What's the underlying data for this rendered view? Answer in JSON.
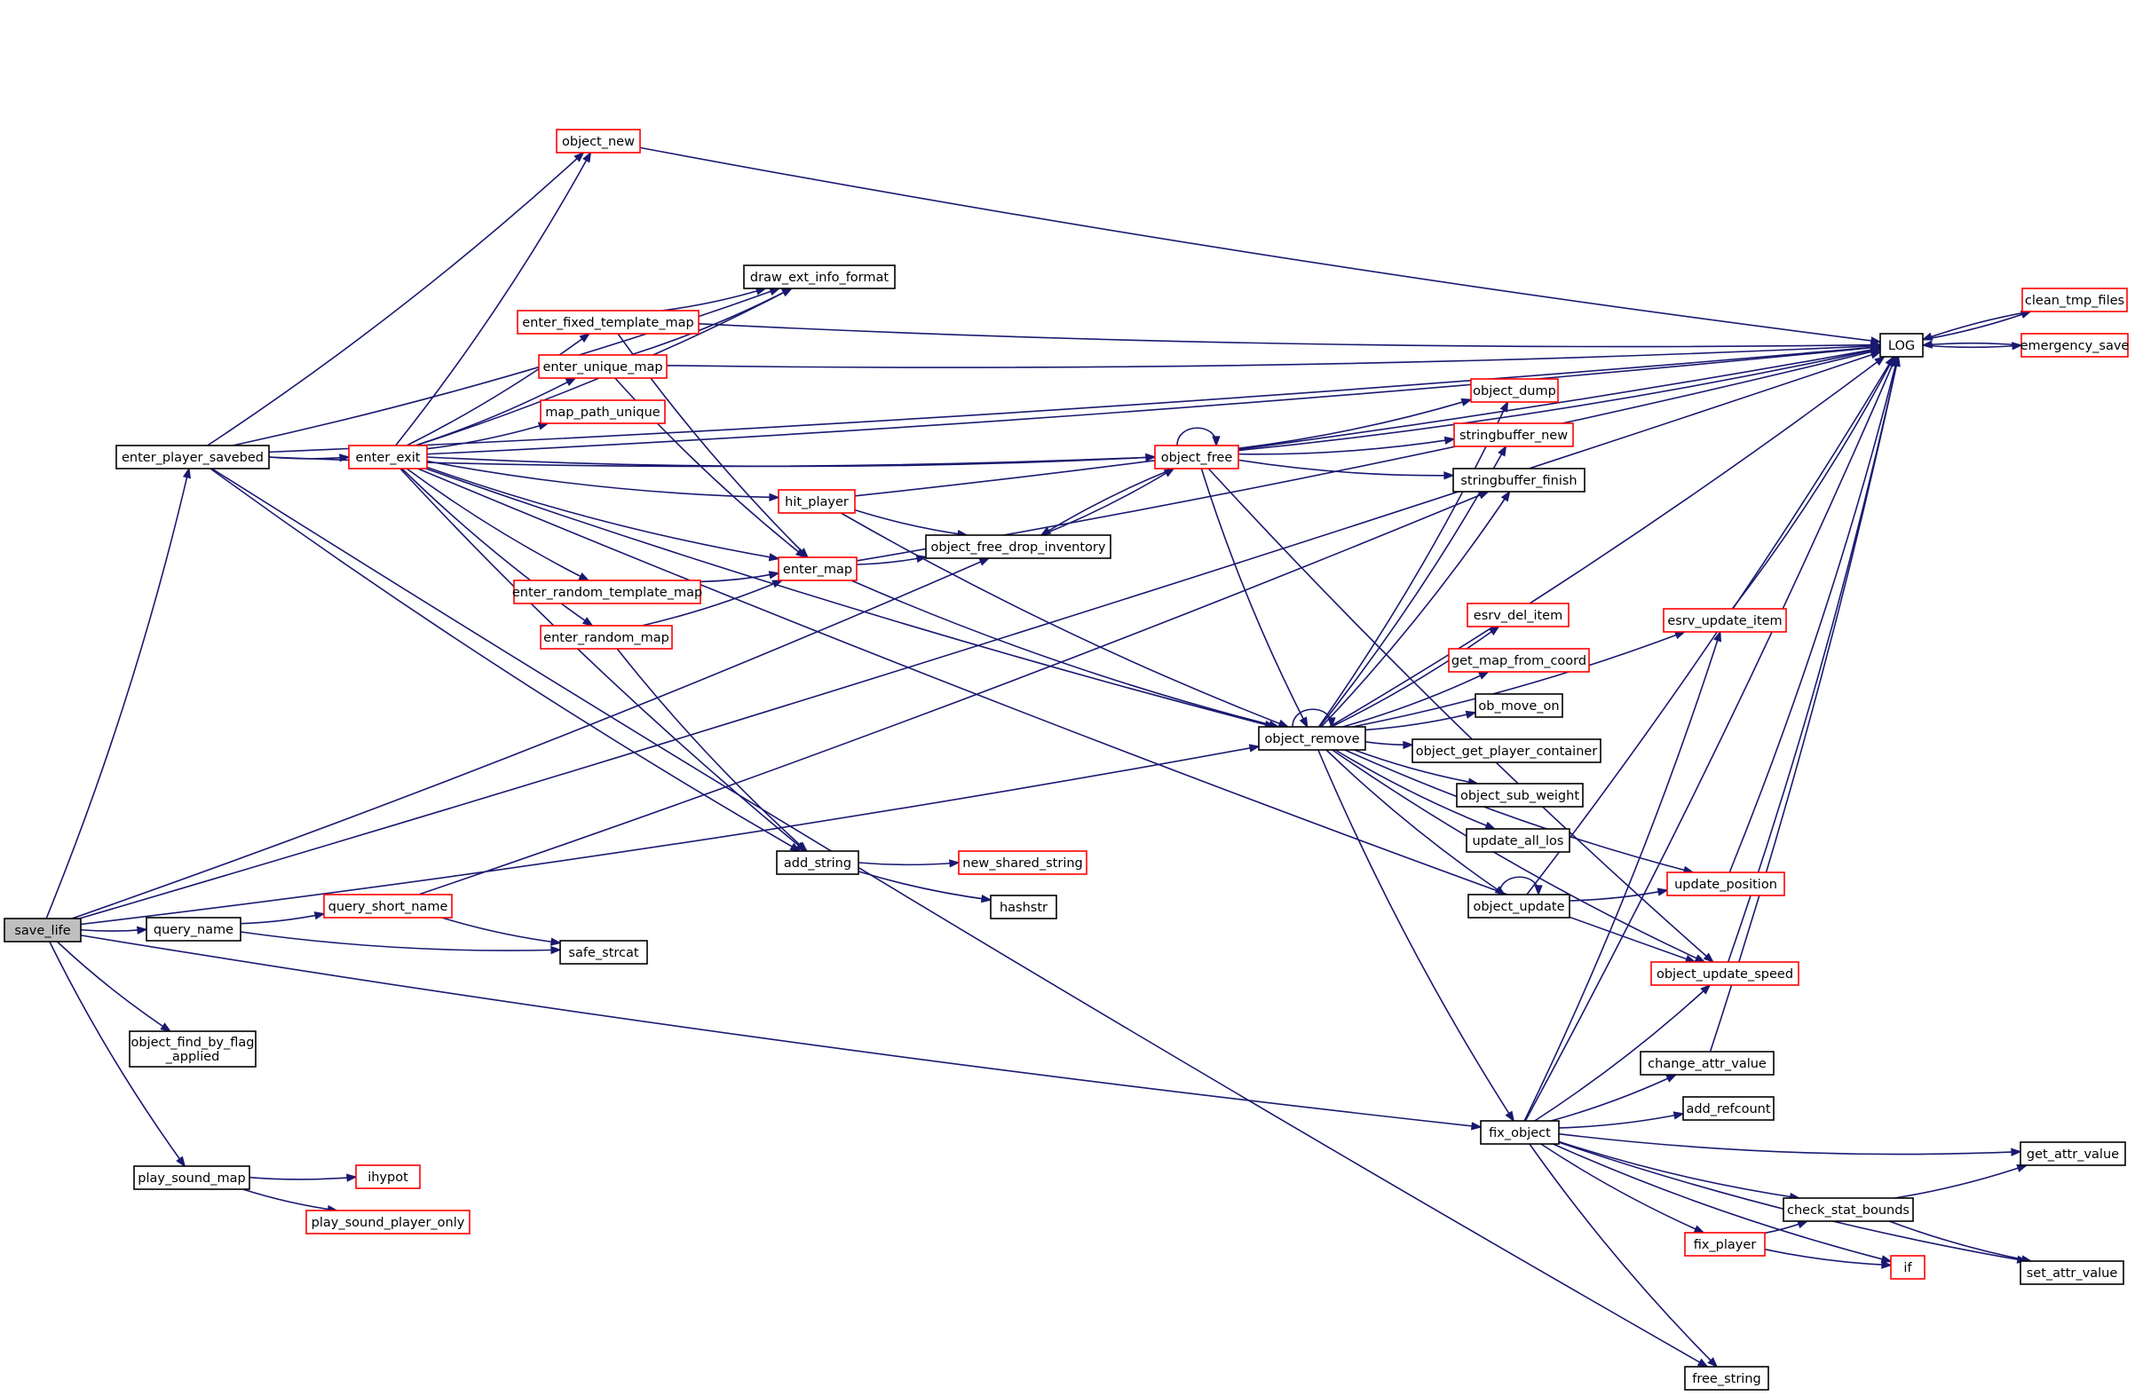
{
  "graph": {
    "colors": {
      "edge": "#191970",
      "root_fill": "#bfbfbf",
      "border_normal": "#000000",
      "border_truncated": "#ff0000"
    },
    "nodes": [
      {
        "id": "save_life",
        "label": "save_life",
        "style": "root"
      },
      {
        "id": "enter_player_savebed",
        "label": "enter_player_savebed",
        "style": "normal"
      },
      {
        "id": "query_name",
        "label": "query_name",
        "style": "normal"
      },
      {
        "id": "object_find_by_flag_applied",
        "label": "object_find_by_flag\n_applied",
        "style": "normal"
      },
      {
        "id": "play_sound_map",
        "label": "play_sound_map",
        "style": "normal"
      },
      {
        "id": "enter_exit",
        "label": "enter_exit",
        "style": "truncated"
      },
      {
        "id": "query_short_name",
        "label": "query_short_name",
        "style": "truncated"
      },
      {
        "id": "ihypot",
        "label": "ihypot",
        "style": "truncated"
      },
      {
        "id": "play_sound_player_only",
        "label": "play_sound_player_only",
        "style": "truncated"
      },
      {
        "id": "object_new",
        "label": "object_new",
        "style": "truncated"
      },
      {
        "id": "enter_fixed_template_map",
        "label": "enter_fixed_template_map",
        "style": "truncated"
      },
      {
        "id": "enter_unique_map",
        "label": "enter_unique_map",
        "style": "truncated"
      },
      {
        "id": "map_path_unique",
        "label": "map_path_unique",
        "style": "truncated"
      },
      {
        "id": "enter_random_template_map",
        "label": "enter_random_template_map",
        "style": "truncated"
      },
      {
        "id": "enter_random_map",
        "label": "enter_random_map",
        "style": "truncated"
      },
      {
        "id": "safe_strcat",
        "label": "safe_strcat",
        "style": "normal"
      },
      {
        "id": "draw_ext_info_format",
        "label": "draw_ext_info_format",
        "style": "normal"
      },
      {
        "id": "hit_player",
        "label": "hit_player",
        "style": "truncated"
      },
      {
        "id": "enter_map",
        "label": "enter_map",
        "style": "truncated"
      },
      {
        "id": "add_string",
        "label": "add_string",
        "style": "normal"
      },
      {
        "id": "object_free_drop_inventory",
        "label": "object_free_drop_inventory",
        "style": "normal"
      },
      {
        "id": "new_shared_string",
        "label": "new_shared_string",
        "style": "truncated"
      },
      {
        "id": "hashstr",
        "label": "hashstr",
        "style": "normal"
      },
      {
        "id": "object_free",
        "label": "object_free",
        "style": "truncated"
      },
      {
        "id": "object_remove",
        "label": "object_remove",
        "style": "normal"
      },
      {
        "id": "fix_object",
        "label": "fix_object",
        "style": "normal"
      },
      {
        "id": "object_dump",
        "label": "object_dump",
        "style": "truncated"
      },
      {
        "id": "stringbuffer_new",
        "label": "stringbuffer_new",
        "style": "truncated"
      },
      {
        "id": "stringbuffer_finish",
        "label": "stringbuffer_finish",
        "style": "normal"
      },
      {
        "id": "esrv_del_item",
        "label": "esrv_del_item",
        "style": "truncated"
      },
      {
        "id": "get_map_from_coord",
        "label": "get_map_from_coord",
        "style": "truncated"
      },
      {
        "id": "ob_move_on",
        "label": "ob_move_on",
        "style": "normal"
      },
      {
        "id": "object_get_player_container",
        "label": "object_get_player_container",
        "style": "normal"
      },
      {
        "id": "object_sub_weight",
        "label": "object_sub_weight",
        "style": "normal"
      },
      {
        "id": "update_all_los",
        "label": "update_all_los",
        "style": "normal"
      },
      {
        "id": "object_update",
        "label": "object_update",
        "style": "normal"
      },
      {
        "id": "change_attr_value",
        "label": "change_attr_value",
        "style": "normal"
      },
      {
        "id": "add_refcount",
        "label": "add_refcount",
        "style": "normal"
      },
      {
        "id": "fix_player",
        "label": "fix_player",
        "style": "truncated"
      },
      {
        "id": "free_string",
        "label": "free_string",
        "style": "normal"
      },
      {
        "id": "LOG",
        "label": "LOG",
        "style": "normal"
      },
      {
        "id": "esrv_update_item",
        "label": "esrv_update_item",
        "style": "truncated"
      },
      {
        "id": "update_position",
        "label": "update_position",
        "style": "truncated"
      },
      {
        "id": "object_update_speed",
        "label": "object_update_speed",
        "style": "truncated"
      },
      {
        "id": "check_stat_bounds",
        "label": "check_stat_bounds",
        "style": "normal"
      },
      {
        "id": "if",
        "label": "if",
        "style": "truncated"
      },
      {
        "id": "clean_tmp_files",
        "label": "clean_tmp_files",
        "style": "truncated"
      },
      {
        "id": "emergency_save",
        "label": "emergency_save",
        "style": "truncated"
      },
      {
        "id": "get_attr_value",
        "label": "get_attr_value",
        "style": "normal"
      },
      {
        "id": "set_attr_value",
        "label": "set_attr_value",
        "style": "normal"
      }
    ],
    "edges": [
      [
        "save_life",
        "enter_player_savebed"
      ],
      [
        "save_life",
        "query_name"
      ],
      [
        "save_life",
        "object_find_by_flag_applied"
      ],
      [
        "save_life",
        "play_sound_map"
      ],
      [
        "save_life",
        "LOG"
      ],
      [
        "save_life",
        "object_free_drop_inventory"
      ],
      [
        "save_life",
        "object_remove"
      ],
      [
        "save_life",
        "fix_object"
      ],
      [
        "enter_player_savebed",
        "enter_exit"
      ],
      [
        "enter_player_savebed",
        "LOG"
      ],
      [
        "enter_player_savebed",
        "draw_ext_info_format"
      ],
      [
        "enter_player_savebed",
        "object_new"
      ],
      [
        "enter_player_savebed",
        "object_free"
      ],
      [
        "enter_player_savebed",
        "add_string"
      ],
      [
        "enter_player_savebed",
        "free_string"
      ],
      [
        "query_name",
        "query_short_name"
      ],
      [
        "query_name",
        "safe_strcat"
      ],
      [
        "query_short_name",
        "safe_strcat"
      ],
      [
        "query_short_name",
        "stringbuffer_finish"
      ],
      [
        "play_sound_map",
        "ihypot"
      ],
      [
        "play_sound_map",
        "play_sound_player_only"
      ],
      [
        "enter_exit",
        "object_new"
      ],
      [
        "enter_exit",
        "draw_ext_info_format"
      ],
      [
        "enter_exit",
        "enter_fixed_template_map"
      ],
      [
        "enter_exit",
        "enter_unique_map"
      ],
      [
        "enter_exit",
        "map_path_unique"
      ],
      [
        "enter_exit",
        "object_free"
      ],
      [
        "enter_exit",
        "hit_player"
      ],
      [
        "enter_exit",
        "enter_map"
      ],
      [
        "enter_exit",
        "enter_random_template_map"
      ],
      [
        "enter_exit",
        "enter_random_map"
      ],
      [
        "enter_exit",
        "object_remove"
      ],
      [
        "enter_exit",
        "add_string"
      ],
      [
        "enter_exit",
        "object_update_speed"
      ],
      [
        "enter_exit",
        "LOG"
      ],
      [
        "object_new",
        "LOG"
      ],
      [
        "enter_fixed_template_map",
        "draw_ext_info_format"
      ],
      [
        "enter_fixed_template_map",
        "enter_map"
      ],
      [
        "enter_fixed_template_map",
        "LOG"
      ],
      [
        "enter_unique_map",
        "draw_ext_info_format"
      ],
      [
        "enter_unique_map",
        "enter_map"
      ],
      [
        "enter_unique_map",
        "LOG"
      ],
      [
        "enter_random_template_map",
        "enter_map"
      ],
      [
        "enter_random_map",
        "enter_map"
      ],
      [
        "enter_random_map",
        "add_string"
      ],
      [
        "hit_player",
        "object_free_drop_inventory"
      ],
      [
        "hit_player",
        "object_remove"
      ],
      [
        "hit_player",
        "LOG"
      ],
      [
        "enter_map",
        "object_free_drop_inventory"
      ],
      [
        "enter_map",
        "object_remove"
      ],
      [
        "enter_map",
        "LOG"
      ],
      [
        "add_string",
        "new_shared_string"
      ],
      [
        "add_string",
        "hashstr"
      ],
      [
        "object_free_drop_inventory",
        "object_free"
      ],
      [
        "object_free",
        "object_free"
      ],
      [
        "object_free",
        "object_free_drop_inventory"
      ],
      [
        "object_free",
        "LOG"
      ],
      [
        "object_free",
        "object_dump"
      ],
      [
        "object_free",
        "stringbuffer_new"
      ],
      [
        "object_free",
        "stringbuffer_finish"
      ],
      [
        "object_free",
        "object_remove"
      ],
      [
        "object_free",
        "object_update_speed"
      ],
      [
        "object_remove",
        "object_remove"
      ],
      [
        "object_remove",
        "object_dump"
      ],
      [
        "object_remove",
        "stringbuffer_new"
      ],
      [
        "object_remove",
        "stringbuffer_finish"
      ],
      [
        "object_remove",
        "LOG"
      ],
      [
        "object_remove",
        "esrv_update_item"
      ],
      [
        "object_remove",
        "esrv_del_item"
      ],
      [
        "object_remove",
        "get_map_from_coord"
      ],
      [
        "object_remove",
        "ob_move_on"
      ],
      [
        "object_remove",
        "object_get_player_container"
      ],
      [
        "object_remove",
        "object_sub_weight"
      ],
      [
        "object_remove",
        "update_all_los"
      ],
      [
        "object_remove",
        "object_update"
      ],
      [
        "object_remove",
        "update_position"
      ],
      [
        "object_remove",
        "object_update_speed"
      ],
      [
        "object_remove",
        "fix_object"
      ],
      [
        "object_update",
        "object_update"
      ],
      [
        "object_update",
        "update_position"
      ],
      [
        "object_update",
        "LOG"
      ],
      [
        "update_position",
        "LOG"
      ],
      [
        "object_update_speed",
        "LOG"
      ],
      [
        "esrv_update_item",
        "LOG"
      ],
      [
        "change_attr_value",
        "LOG"
      ],
      [
        "fix_object",
        "LOG"
      ],
      [
        "fix_object",
        "esrv_update_item"
      ],
      [
        "fix_object",
        "object_update_speed"
      ],
      [
        "fix_object",
        "change_attr_value"
      ],
      [
        "fix_object",
        "add_refcount"
      ],
      [
        "fix_object",
        "get_attr_value"
      ],
      [
        "fix_object",
        "check_stat_bounds"
      ],
      [
        "fix_object",
        "fix_player"
      ],
      [
        "fix_object",
        "if"
      ],
      [
        "fix_object",
        "set_attr_value"
      ],
      [
        "fix_object",
        "free_string"
      ],
      [
        "fix_player",
        "check_stat_bounds"
      ],
      [
        "fix_player",
        "if"
      ],
      [
        "check_stat_bounds",
        "get_attr_value"
      ],
      [
        "check_stat_bounds",
        "set_attr_value"
      ],
      [
        "LOG",
        "clean_tmp_files"
      ],
      [
        "LOG",
        "emergency_save"
      ],
      [
        "clean_tmp_files",
        "LOG"
      ],
      [
        "emergency_save",
        "LOG"
      ]
    ]
  }
}
